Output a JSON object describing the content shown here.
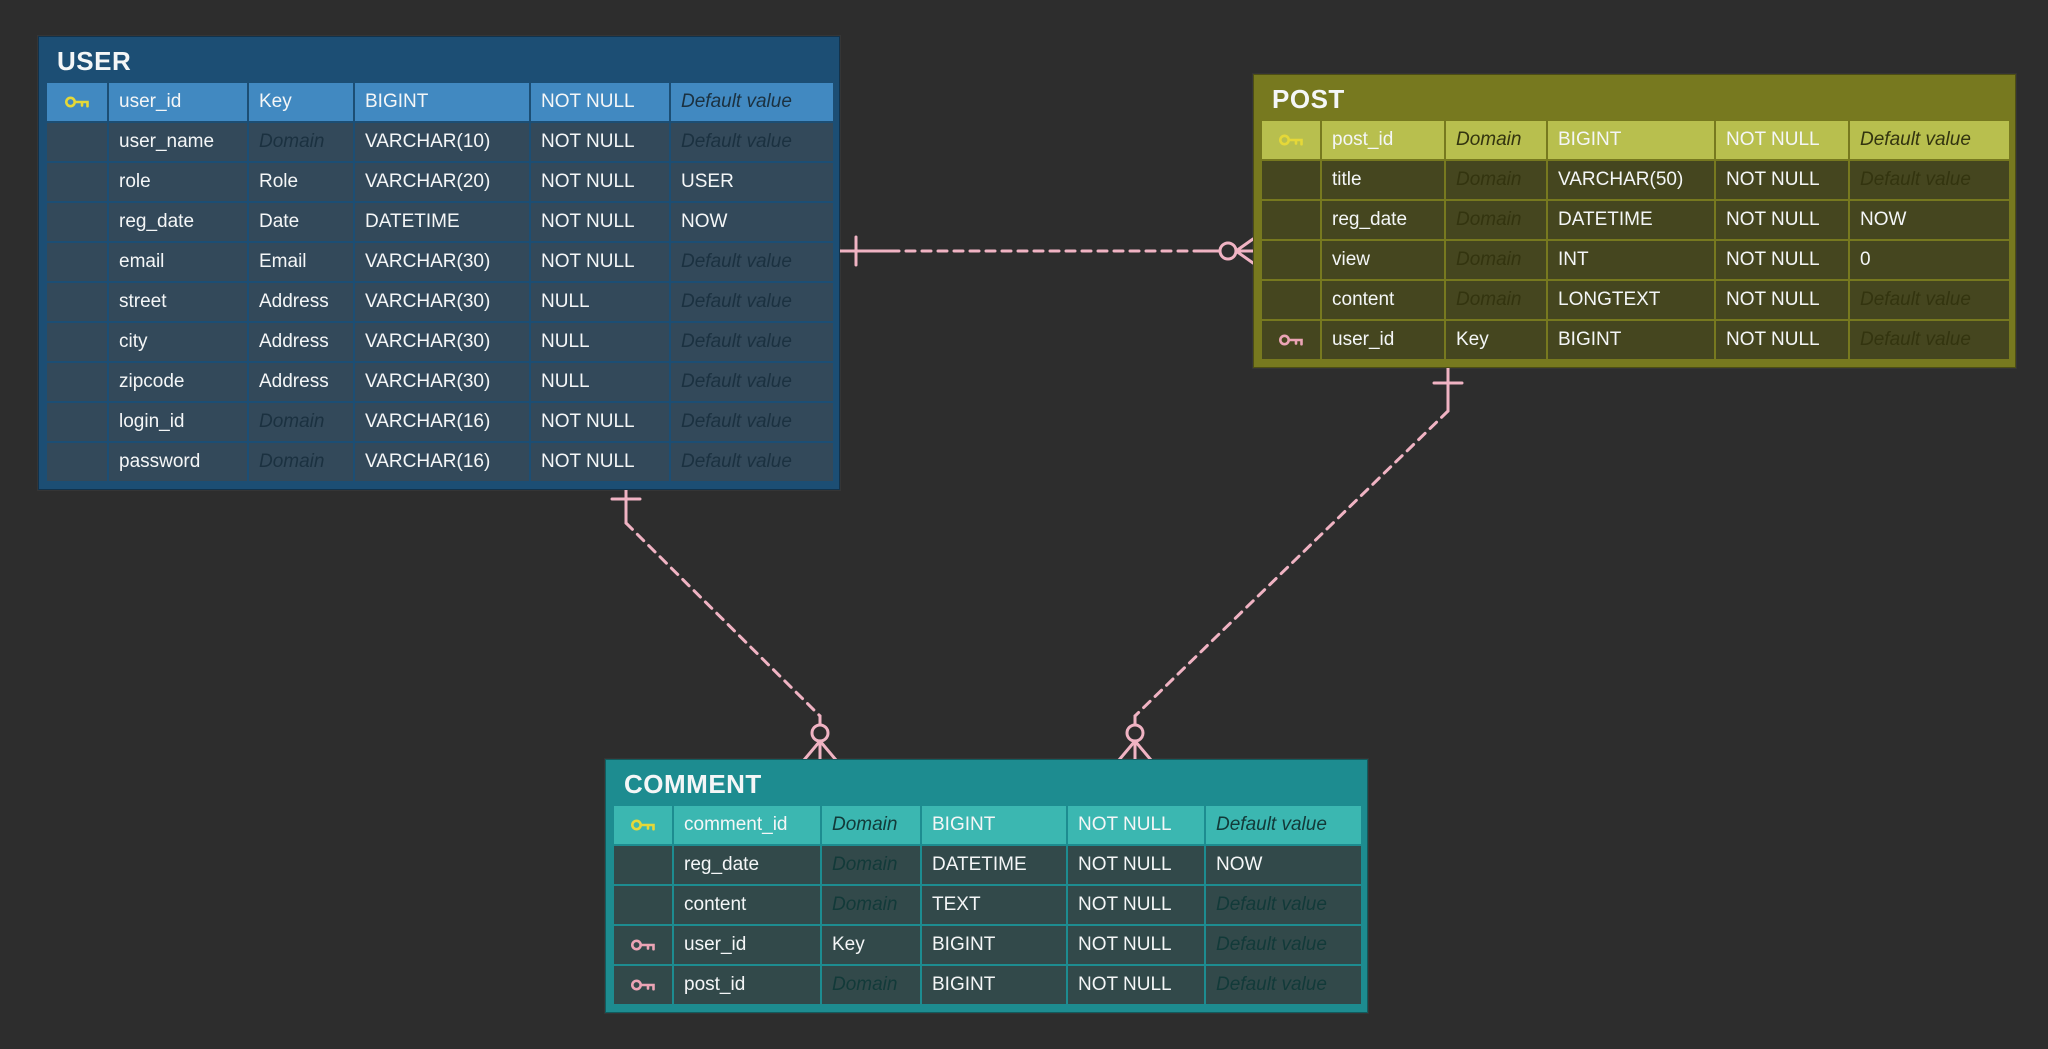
{
  "palette": {
    "canvas_background": "#2d2d2d",
    "relationship_line": "#f0b3c3",
    "primary_key_icon": "#e5d838",
    "foreign_key_icon": "#eba4b5",
    "text": "#f4f6f7"
  },
  "tables": [
    {
      "name": "USER",
      "colors": {
        "frame": "#1c4e74",
        "row": "#33495a",
        "highlight": "#4189c1",
        "muted": "#1b3140"
      },
      "fields": [
        {
          "name": "user_id",
          "domain": "Key",
          "domainMuted": false,
          "type": "BIGINT",
          "nullability": "NOT NULL",
          "default": "Default value",
          "defaultMuted": true,
          "key": "pk",
          "highlight": true
        },
        {
          "name": "user_name",
          "domain": "Domain",
          "domainMuted": true,
          "type": "VARCHAR(10)",
          "nullability": "NOT NULL",
          "default": "Default value",
          "defaultMuted": true
        },
        {
          "name": "role",
          "domain": "Role",
          "domainMuted": false,
          "type": "VARCHAR(20)",
          "nullability": "NOT NULL",
          "default": "USER",
          "defaultMuted": false
        },
        {
          "name": "reg_date",
          "domain": "Date",
          "domainMuted": false,
          "type": "DATETIME",
          "nullability": "NOT NULL",
          "default": "NOW",
          "defaultMuted": false
        },
        {
          "name": "email",
          "domain": "Email",
          "domainMuted": false,
          "type": "VARCHAR(30)",
          "nullability": "NOT NULL",
          "default": "Default value",
          "defaultMuted": true
        },
        {
          "name": "street",
          "domain": "Address",
          "domainMuted": false,
          "type": "VARCHAR(30)",
          "nullability": "NULL",
          "default": "Default value",
          "defaultMuted": true
        },
        {
          "name": "city",
          "domain": "Address",
          "domainMuted": false,
          "type": "VARCHAR(30)",
          "nullability": "NULL",
          "default": "Default value",
          "defaultMuted": true
        },
        {
          "name": "zipcode",
          "domain": "Address",
          "domainMuted": false,
          "type": "VARCHAR(30)",
          "nullability": "NULL",
          "default": "Default value",
          "defaultMuted": true
        },
        {
          "name": "login_id",
          "domain": "Domain",
          "domainMuted": true,
          "type": "VARCHAR(16)",
          "nullability": "NOT NULL",
          "default": "Default value",
          "defaultMuted": true
        },
        {
          "name": "password",
          "domain": "Domain",
          "domainMuted": true,
          "type": "VARCHAR(16)",
          "nullability": "NOT NULL",
          "default": "Default value",
          "defaultMuted": true
        }
      ]
    },
    {
      "name": "POST",
      "colors": {
        "frame": "#77791f",
        "row": "#45461f",
        "highlight": "#b8bf4e",
        "muted": "#33340f"
      },
      "fields": [
        {
          "name": "post_id",
          "domain": "Domain",
          "domainMuted": true,
          "type": "BIGINT",
          "nullability": "NOT NULL",
          "default": "Default value",
          "defaultMuted": true,
          "key": "pk",
          "highlight": true
        },
        {
          "name": "title",
          "domain": "Domain",
          "domainMuted": true,
          "type": "VARCHAR(50)",
          "nullability": "NOT NULL",
          "default": "Default value",
          "defaultMuted": true
        },
        {
          "name": "reg_date",
          "domain": "Domain",
          "domainMuted": true,
          "type": "DATETIME",
          "nullability": "NOT NULL",
          "default": "NOW",
          "defaultMuted": false
        },
        {
          "name": "view",
          "domain": "Domain",
          "domainMuted": true,
          "type": "INT",
          "nullability": "NOT NULL",
          "default": "0",
          "defaultMuted": false
        },
        {
          "name": "content",
          "domain": "Domain",
          "domainMuted": true,
          "type": "LONGTEXT",
          "nullability": "NOT NULL",
          "default": "Default value",
          "defaultMuted": true
        },
        {
          "name": "user_id",
          "domain": "Key",
          "domainMuted": false,
          "type": "BIGINT",
          "nullability": "NOT NULL",
          "default": "Default value",
          "defaultMuted": true,
          "key": "fk"
        }
      ]
    },
    {
      "name": "COMMENT",
      "colors": {
        "frame": "#1d8c90",
        "row": "#32494a",
        "highlight": "#3bb7b1",
        "muted": "#123a39"
      },
      "fields": [
        {
          "name": "comment_id",
          "domain": "Domain",
          "domainMuted": true,
          "type": "BIGINT",
          "nullability": "NOT NULL",
          "default": "Default value",
          "defaultMuted": true,
          "key": "pk",
          "highlight": true
        },
        {
          "name": "reg_date",
          "domain": "Domain",
          "domainMuted": true,
          "type": "DATETIME",
          "nullability": "NOT NULL",
          "default": "NOW",
          "defaultMuted": false
        },
        {
          "name": "content",
          "domain": "Domain",
          "domainMuted": true,
          "type": "TEXT",
          "nullability": "NOT NULL",
          "default": "Default value",
          "defaultMuted": true
        },
        {
          "name": "user_id",
          "domain": "Key",
          "domainMuted": false,
          "type": "BIGINT",
          "nullability": "NOT NULL",
          "default": "Default value",
          "defaultMuted": true,
          "key": "fk"
        },
        {
          "name": "post_id",
          "domain": "Domain",
          "domainMuted": true,
          "type": "BIGINT",
          "nullability": "NOT NULL",
          "default": "Default value",
          "defaultMuted": true,
          "key": "fk"
        }
      ]
    }
  ],
  "relationships": [
    {
      "from_table": "USER",
      "to_table": "POST",
      "from_cardinality": "exactly-one",
      "to_cardinality": "zero-or-many",
      "line_style": "dashed"
    },
    {
      "from_table": "USER",
      "to_table": "COMMENT",
      "from_cardinality": "exactly-one",
      "to_cardinality": "zero-or-many",
      "line_style": "dashed"
    },
    {
      "from_table": "POST",
      "to_table": "COMMENT",
      "from_cardinality": "exactly-one",
      "to_cardinality": "zero-or-many",
      "line_style": "dashed"
    }
  ]
}
